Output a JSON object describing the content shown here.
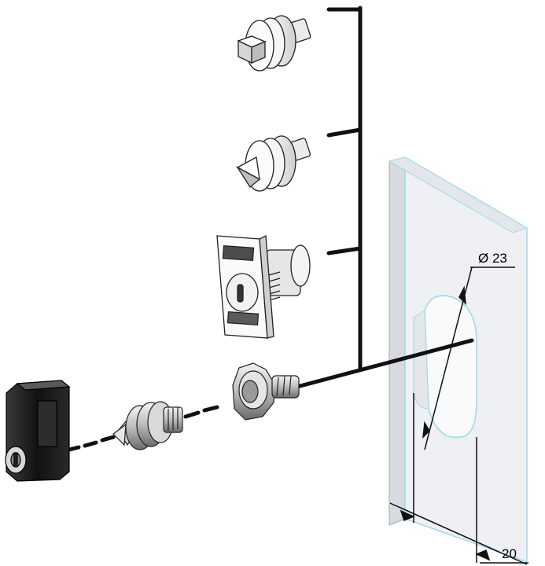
{
  "diagram": {
    "diameter_label": "Ø 23",
    "width_label": "20",
    "colors": {
      "panel_face": "#eef0f3",
      "panel_edge": "#9fd8ea",
      "panel_side": "#dfe2e6",
      "ink": "#111111",
      "metal_light": "#e8e8e8",
      "metal_mid": "#b9b9b9",
      "metal_dark": "#555555",
      "housing": "#1a1a1a"
    },
    "parts": [
      "square-drive-insert",
      "triangle-drive-insert",
      "keyed-insert-with-escutcheon",
      "key-cylinder-housing",
      "cam-insert",
      "threaded-nut"
    ]
  }
}
